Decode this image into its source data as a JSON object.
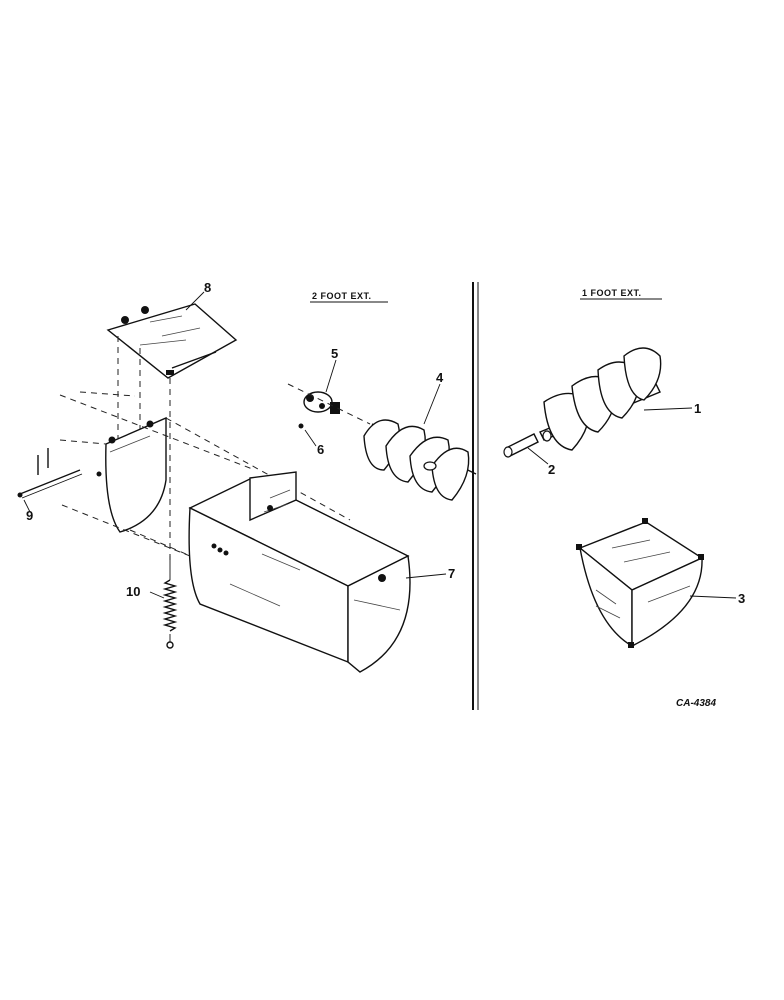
{
  "headings": {
    "two_foot": "2 FOOT EXT.",
    "one_foot": "1 FOOT EXT."
  },
  "callouts": [
    "1",
    "2",
    "3",
    "4",
    "5",
    "6",
    "7",
    "8",
    "9",
    "10"
  ],
  "figure_code": "CA-4384"
}
